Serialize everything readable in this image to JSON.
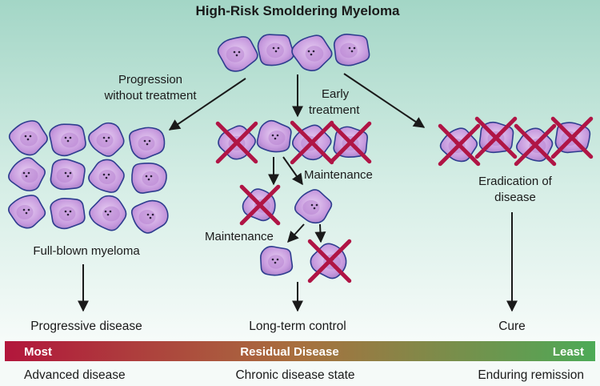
{
  "title": "High-Risk Smoldering Myeloma",
  "labels": {
    "progression_line1": "Progression",
    "progression_line2": "without treatment",
    "early_line1": "Early",
    "early_line2": "treatment",
    "maintenance_upper": "Maintenance",
    "maintenance_lower": "Maintenance",
    "eradication_line1": "Eradication of",
    "eradication_line2": "disease",
    "full_blown": "Full-blown myeloma"
  },
  "outcomes": {
    "left": "Progressive disease",
    "center": "Long-term control",
    "right": "Cure"
  },
  "residual_bar": {
    "most": "Most",
    "center": "Residual Disease",
    "least": "Least"
  },
  "states": {
    "left": "Advanced disease",
    "center": "Chronic disease state",
    "right": "Enduring remission"
  },
  "colors": {
    "cell_fill": "#c9a0e0",
    "cell_outline": "#2e3d8f",
    "cross": "#b01545",
    "bar_start": "#b2163c",
    "bar_end": "#4daa57",
    "background_top": "#a5d8c8"
  }
}
